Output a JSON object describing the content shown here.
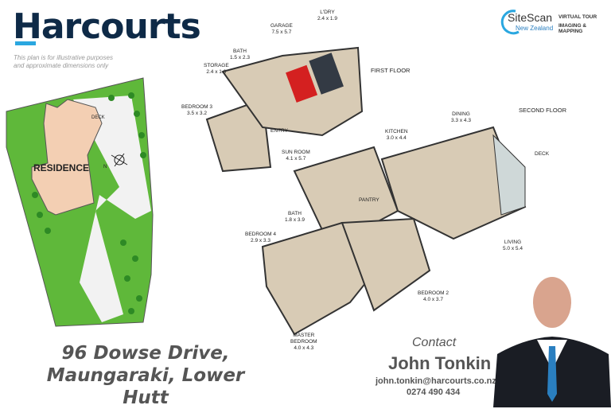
{
  "brand": {
    "name": "Harcourts",
    "disclaimer_line1": "This plan is for illustrative purposes",
    "disclaimer_line2": "and approximate dimensions only",
    "accent": "#2aa7e0",
    "navy": "#0e2a47"
  },
  "partner_logo": {
    "name": "SiteScan",
    "sub": "New Zealand",
    "tagline1": "VIRTUAL TOUR",
    "tagline2": "IMAGING & MAPPING"
  },
  "site_plan": {
    "residence": "RESIDENCE",
    "deck": "DECK",
    "north": "N"
  },
  "floors": {
    "first": "FIRST FLOOR",
    "second": "SECOND FLOOR"
  },
  "rooms": [
    {
      "name": "GARAGE",
      "dims": "7.5 x 5.7"
    },
    {
      "name": "L'DRY",
      "dims": "2.4 x 1.9"
    },
    {
      "name": "BATH",
      "dims": "1.5 x 2.3"
    },
    {
      "name": "STORAGE",
      "dims": "2.4 x 1.6"
    },
    {
      "name": "BEDROOM 3",
      "dims": "3.5 x 3.2"
    },
    {
      "name": "ENTRY",
      "dims": ""
    },
    {
      "name": "KITCHEN",
      "dims": "3.0 x 4.4"
    },
    {
      "name": "DINING",
      "dims": "3.3 x 4.3"
    },
    {
      "name": "DECK",
      "dims": ""
    },
    {
      "name": "SUN ROOM",
      "dims": "4.1 x 5.7"
    },
    {
      "name": "PANTRY",
      "dims": ""
    },
    {
      "name": "BATH",
      "dims": "1.8 x 3.9"
    },
    {
      "name": "BEDROOM 4",
      "dims": "2.9 x 3.3"
    },
    {
      "name": "LIVING",
      "dims": "5.0 x 5.4"
    },
    {
      "name": "BEDROOM 2",
      "dims": "4.0 x 3.7"
    },
    {
      "name": "MASTER\nBEDROOM",
      "dims": "4.0 x 4.3"
    }
  ],
  "address": {
    "line1": "96 Dowse Drive,",
    "line2": "Maungaraki, Lower Hutt"
  },
  "agent": {
    "contact_label": "Contact",
    "name": "John Tonkin",
    "email": "john.tonkin@harcourts.co.nz",
    "phone": "0274 490 434"
  }
}
